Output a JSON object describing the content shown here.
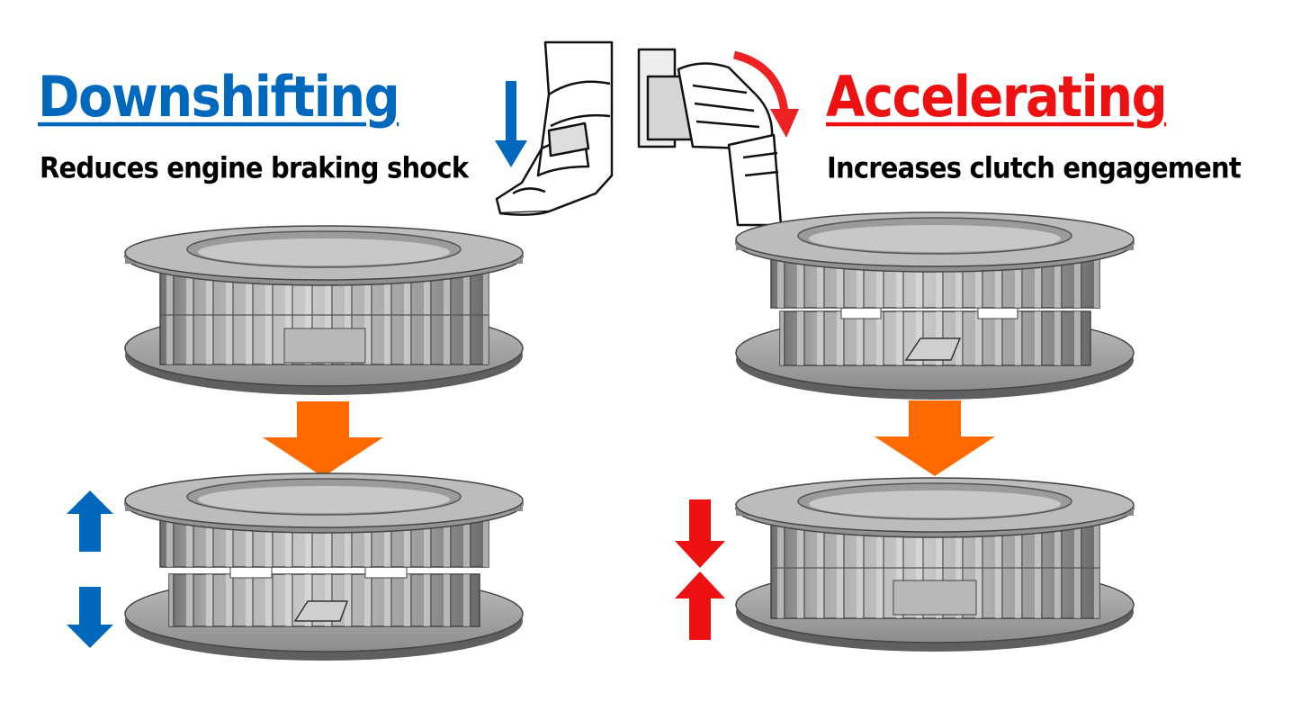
{
  "left": {
    "title": "Downshifting",
    "subtitle": "Reduces engine braking shock",
    "color": "#0068bd"
  },
  "right": {
    "title": "Accelerating",
    "subtitle": "Increases clutch engagement",
    "color": "#ee1111"
  },
  "transition_arrow_color": "#ff6a00",
  "illustrations": {
    "left_top": "clutch-hub-engaged",
    "left_bottom": "clutch-hub-separating",
    "right_top": "clutch-hub-gapped",
    "right_bottom": "clutch-hub-compressed",
    "boot": "riding-boot-icon",
    "hand": "throttle-hand-icon"
  }
}
